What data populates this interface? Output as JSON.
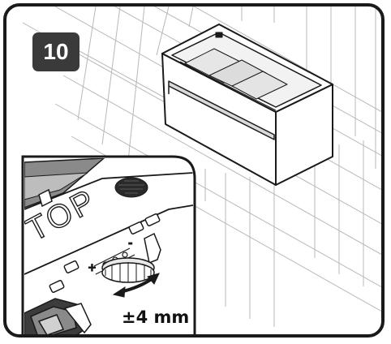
{
  "step": {
    "number": "10"
  },
  "inset": {
    "adjustment_label": "±4 mm",
    "engraved_text": "TOP",
    "scale_marks": [
      "+",
      "-"
    ]
  },
  "icons": {
    "wall": "tile-grid-icon",
    "cabinet": "vanity-cabinet-icon",
    "adjust": "curved-double-arrow-icon"
  },
  "colors": {
    "outline": "#1a1a1a",
    "badge": "#3a3a3a",
    "grid": "#b5b5b5",
    "drawer_shade": "#d9d9d9"
  }
}
